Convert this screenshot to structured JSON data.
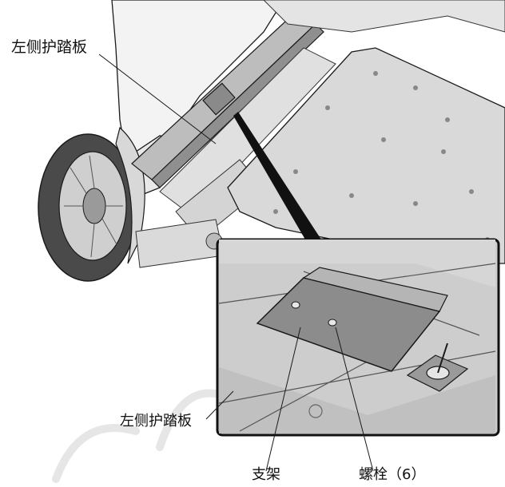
{
  "labels": {
    "top_step": "左侧护踏板",
    "inset_step": "左侧护踏板",
    "bracket": "支架",
    "bolt": "螺栓（6）"
  },
  "colors": {
    "line": "#1a1a1a",
    "panel": "#d9d9d9",
    "inset_frame": "#111111"
  }
}
